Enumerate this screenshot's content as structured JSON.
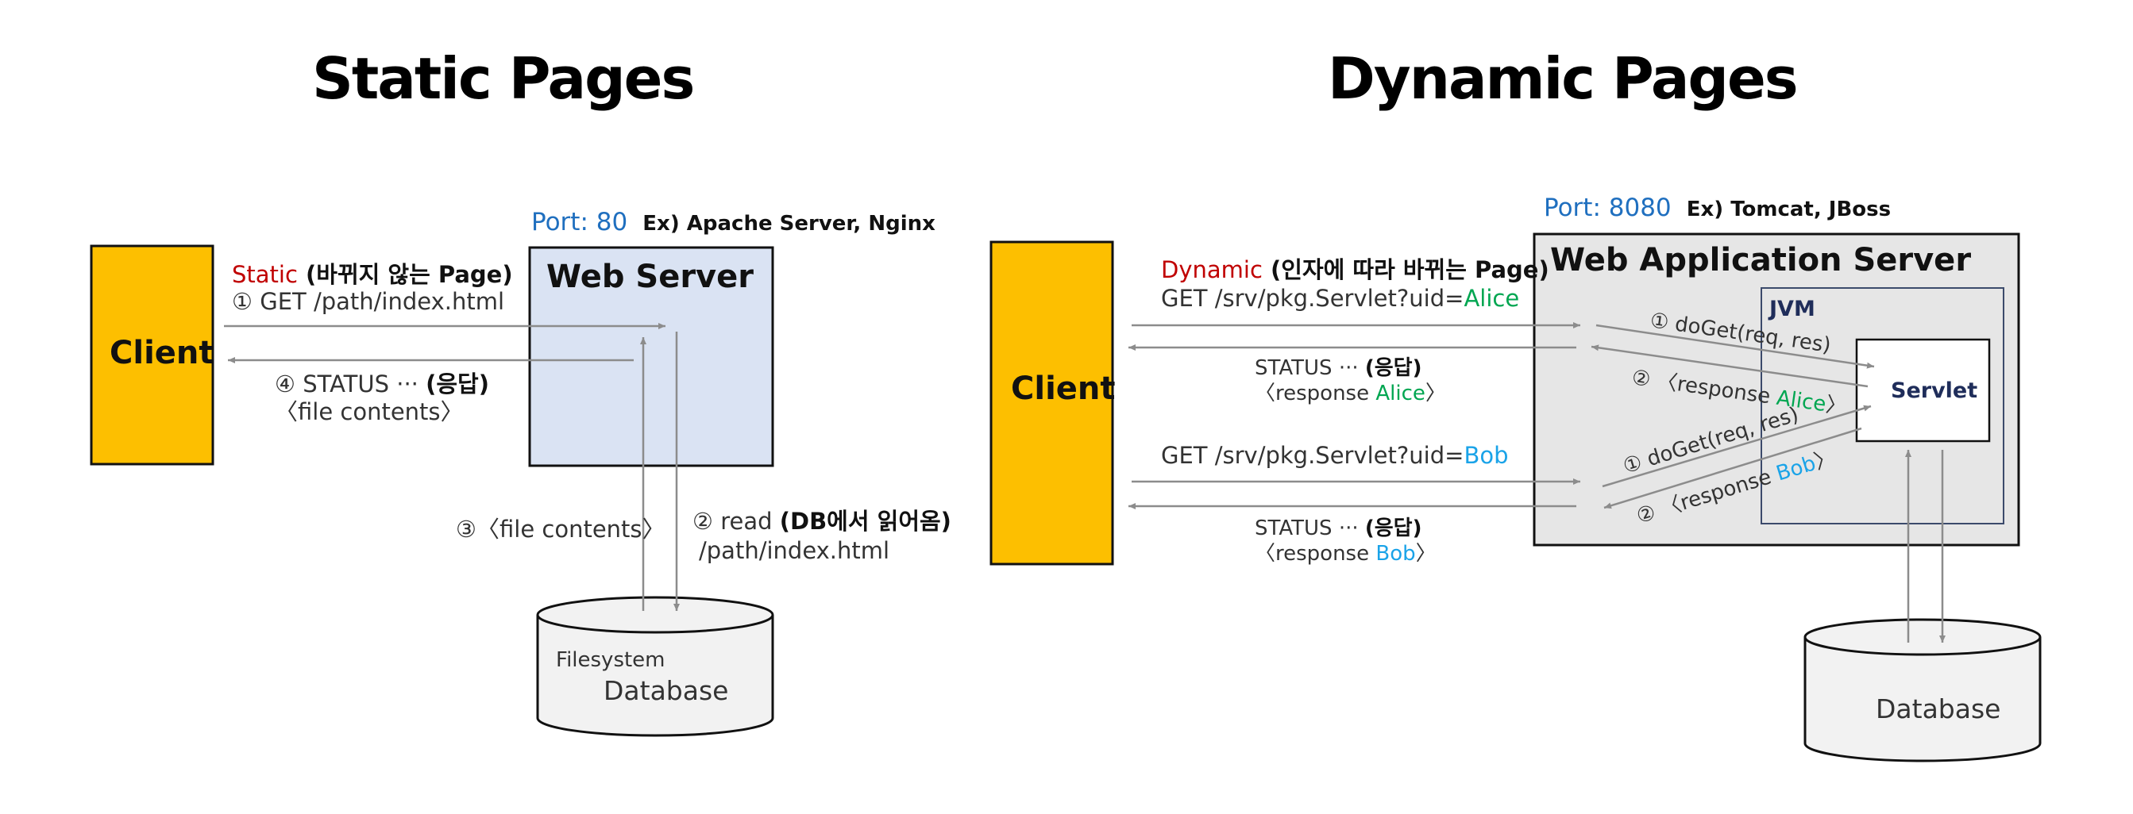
{
  "static": {
    "title": "Static Pages",
    "client_label": "Client",
    "server_title": "Web Server",
    "port": "Port: 80",
    "server_example": "Ex) Apache Server, Nginx",
    "mode_word": "Static",
    "mode_desc": "(바뀌지 않는 Page)",
    "request_line": "① GET /path/index.html",
    "response_status": "④ STATUS ··· ",
    "response_tag": "(응답)",
    "response_body": "〈file contents〉",
    "db_return": "③〈file contents〉",
    "db_read": "② read ",
    "db_read_desc": "(DB에서 읽어옴)",
    "db_read_path": "/path/index.html",
    "db_small": "Filesystem",
    "db_label": "Database"
  },
  "dynamic": {
    "title": "Dynamic Pages",
    "client_label": "Client",
    "server_title": "Web Application Server",
    "port": "Port: 8080",
    "server_example": "Ex) Tomcat, JBoss",
    "mode_word": "Dynamic",
    "mode_desc": "(인자에 따라 바뀌는 Page)",
    "jvm_label": "JVM",
    "servlet_label": "Servlet",
    "db_label": "Database",
    "alice": {
      "request_prefix": "GET /srv/pkg.Servlet?uid=",
      "user": "Alice",
      "status": "STATUS ··· ",
      "status_tag": "(응답)",
      "response_prefix": "〈response ",
      "response_suffix": "〉",
      "doget": "① doGet(req, res)",
      "resp_prefix": "② 〈response ",
      "resp_suffix": "〉"
    },
    "bob": {
      "request_prefix": "GET /srv/pkg.Servlet?uid=",
      "user": "Bob",
      "status": "STATUS ··· ",
      "status_tag": "(응답)",
      "response_prefix": "〈response ",
      "response_suffix": "〉",
      "doget": "① doGet(req, res)",
      "resp_prefix": "② 〈response ",
      "resp_suffix": "〉"
    }
  },
  "colors": {
    "client_fill": "#fdbf00",
    "web_server_fill": "#dae3f3",
    "was_fill": "#e6e6e6",
    "db_fill": "#f2f2f2",
    "arrow": "#8c8c8c",
    "red": "#c00000",
    "green": "#00a651",
    "blue": "#1aa3e8",
    "port_blue": "#1f6fbf"
  }
}
